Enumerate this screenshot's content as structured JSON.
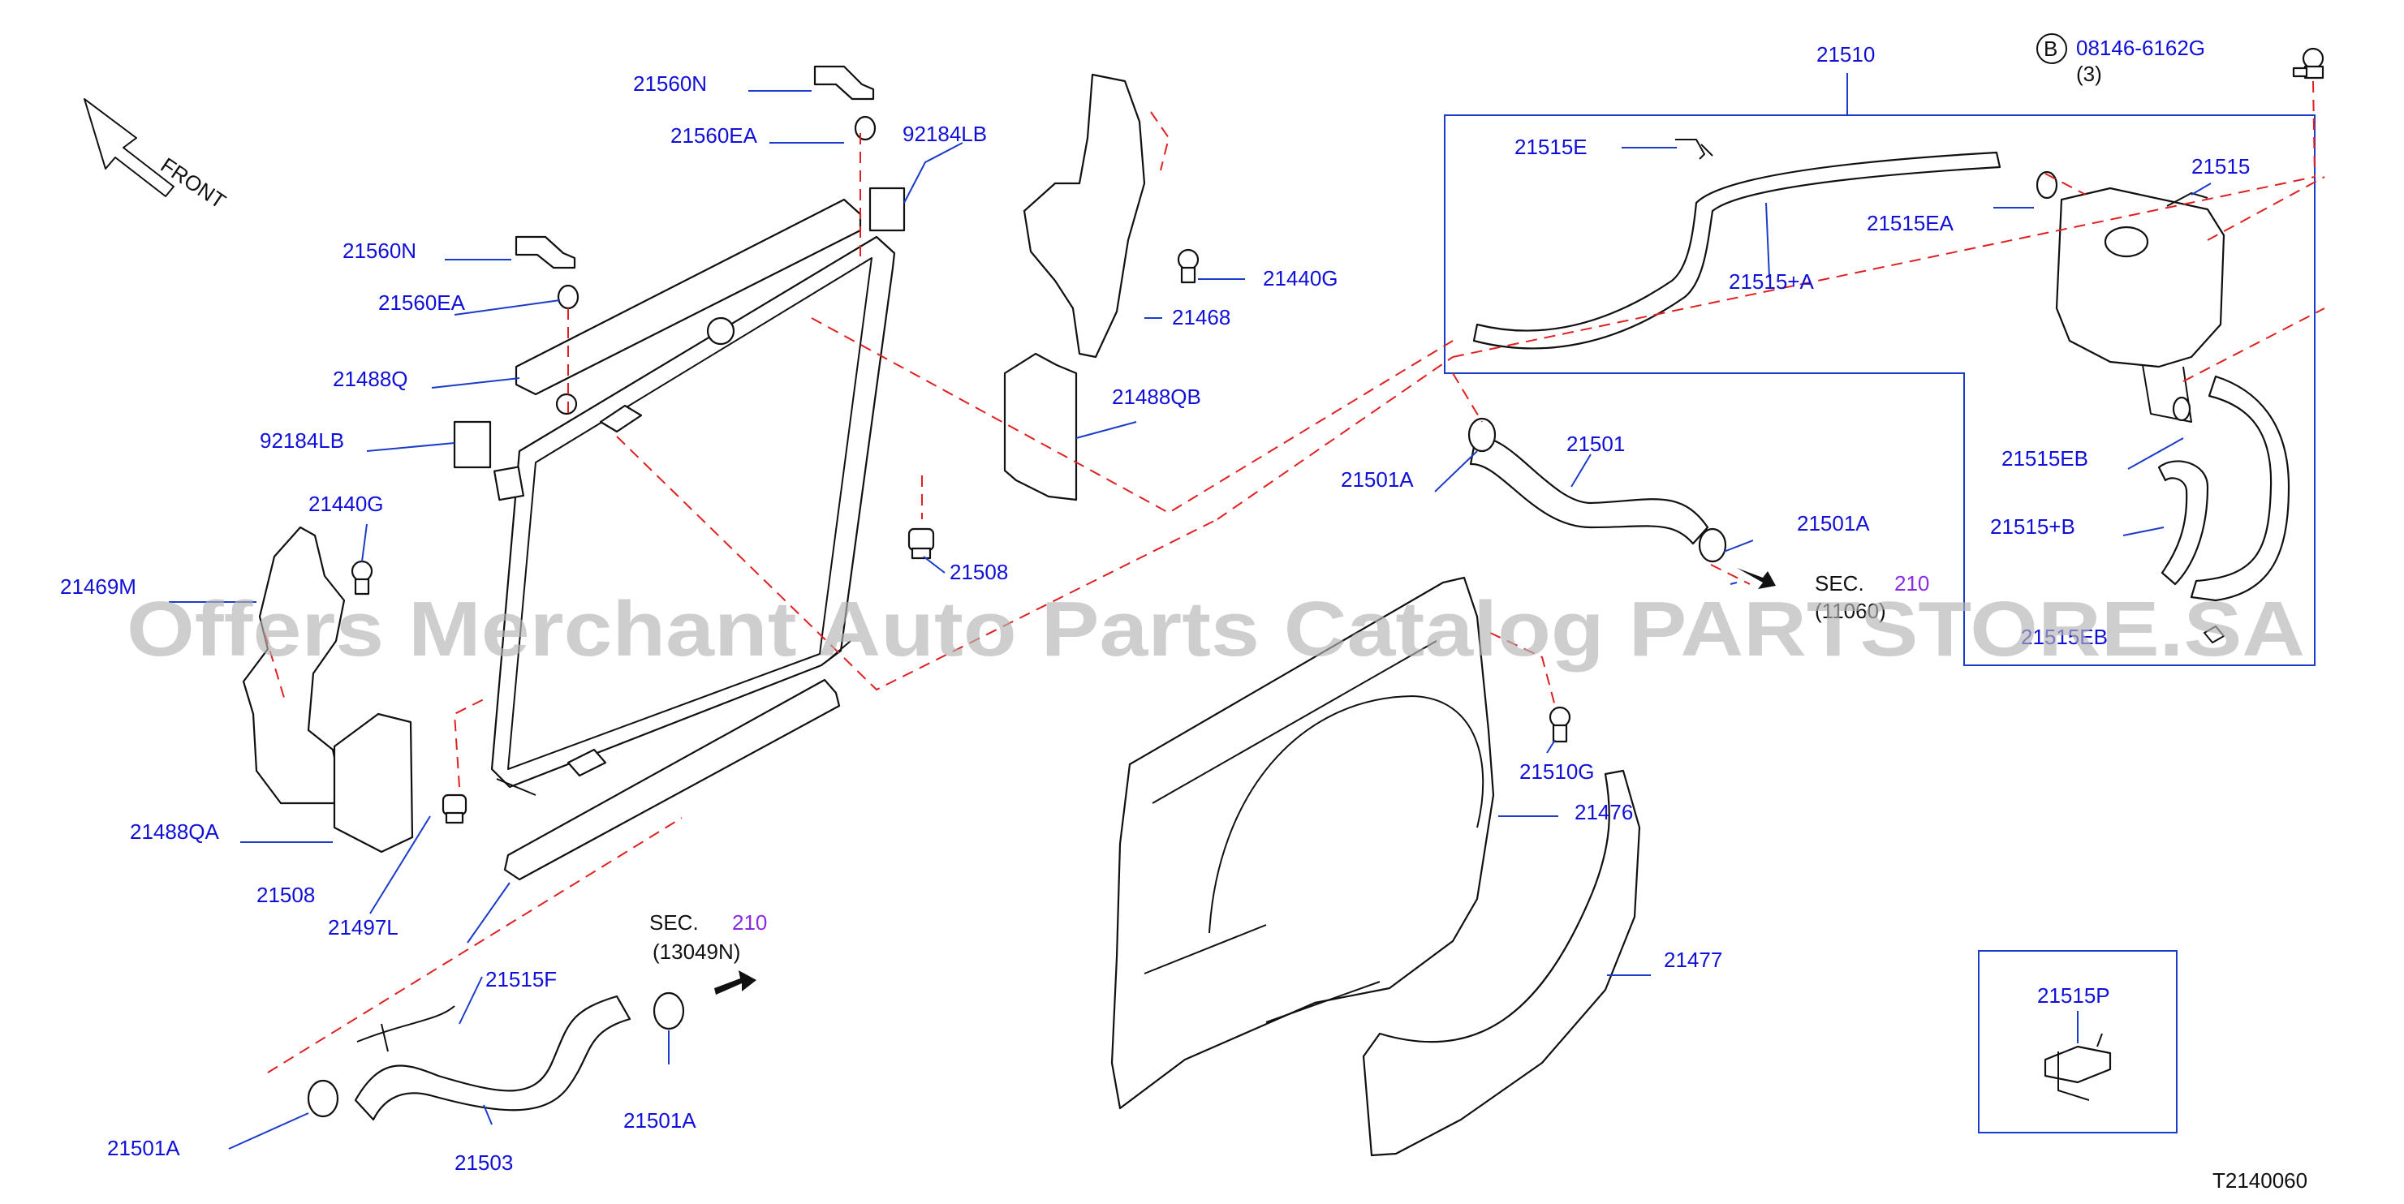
{
  "diagram": {
    "front_label": "FRONT",
    "watermark": "Offers Merchant Auto Parts Catalog PARTSTORE.SA",
    "drawing_code": "T2140060",
    "bolt_callout": {
      "circle": "B",
      "part": "08146-6162G",
      "qty": "(3)"
    },
    "sec_upper": {
      "text": "SEC.",
      "num": "210",
      "sub": "(11060)"
    },
    "sec_lower": {
      "text": "SEC.",
      "num": "210",
      "sub": "(13049N)"
    },
    "parts": {
      "p21560N_a": "21560N",
      "p21560EA_a": "21560EA",
      "p92184LB_a": "92184LB",
      "p21560N_b": "21560N",
      "p21560EA_b": "21560EA",
      "p21488Q": "21488Q",
      "p92184LB_b": "92184LB",
      "p21440G_a": "21440G",
      "p21469M": "21469M",
      "p21488QA": "21488QA",
      "p21508_a": "21508",
      "p21497L": "21497L",
      "p21508_b": "21508",
      "p21440G_b": "21440G",
      "p21468": "21468",
      "p21488QB": "21488QB",
      "p21510": "21510",
      "p21515E": "21515E",
      "p21515EA": "21515EA",
      "p21515": "21515",
      "p21515pA": "21515+A",
      "p21515EB": "21515EB",
      "p21515pB": "21515+B",
      "p21515EB_2": "21515EB",
      "p21501": "21501",
      "p21501A_a": "21501A",
      "p21501A_b": "21501A",
      "p21510G": "21510G",
      "p21476": "21476",
      "p21477": "21477",
      "p21515F": "21515F",
      "p21501A_c": "21501A",
      "p21503": "21503",
      "p21501A_d": "21501A",
      "p21515P": "21515P"
    }
  }
}
